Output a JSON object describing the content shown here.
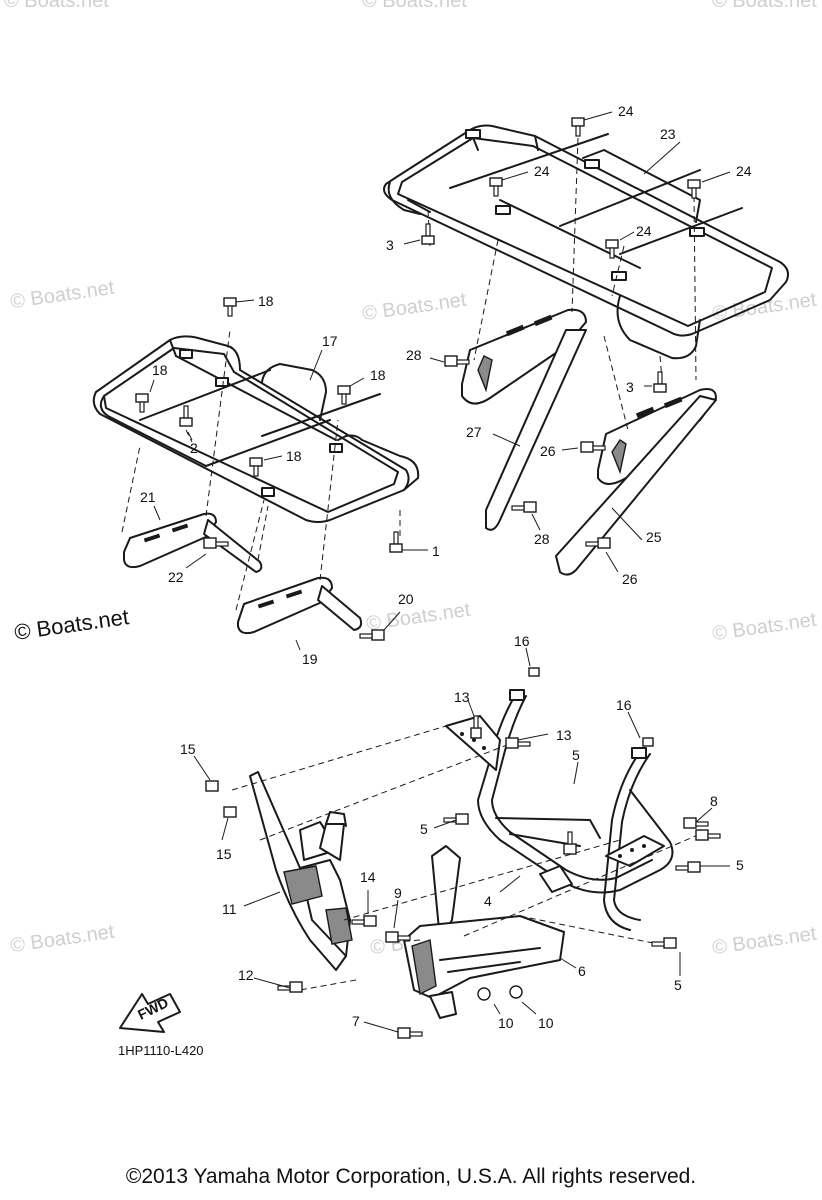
{
  "watermark": {
    "faint_text": "© Boats.net",
    "main_text": "© Boats.net"
  },
  "diagram_code": "1HP1110-L420",
  "fwd_label": "FWD",
  "copyright": "©2013 Yamaha Motor Corporation, U.S.A. All rights reserved.",
  "callouts": {
    "c1": "1",
    "c2": "2",
    "c3a": "3",
    "c3b": "3",
    "c4": "4",
    "c5a": "5",
    "c5b": "5",
    "c5c": "5",
    "c5d": "5",
    "c6": "6",
    "c7": "7",
    "c8": "8",
    "c9": "9",
    "c10a": "10",
    "c10b": "10",
    "c11": "11",
    "c12": "12",
    "c13a": "13",
    "c13b": "13",
    "c14": "14",
    "c15a": "15",
    "c15b": "15",
    "c16a": "16",
    "c16b": "16",
    "c17": "17",
    "c18a": "18",
    "c18b": "18",
    "c18c": "18",
    "c18d": "18",
    "c19": "19",
    "c20": "20",
    "c21": "21",
    "c22": "22",
    "c23": "23",
    "c24a": "24",
    "c24b": "24",
    "c24c": "24",
    "c24d": "24",
    "c25": "25",
    "c26a": "26",
    "c26b": "26",
    "c27": "27",
    "c28a": "28",
    "c28b": "28"
  }
}
